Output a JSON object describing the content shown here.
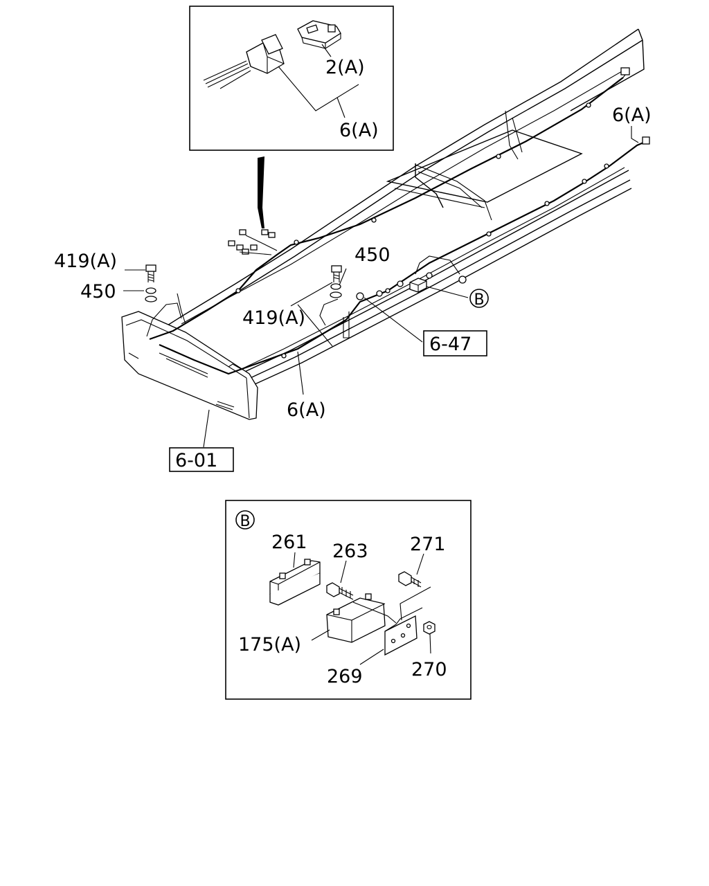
{
  "diagram": {
    "detail_top": {
      "label_connector": "2(A)",
      "label_harness": "6(A)"
    },
    "main": {
      "label_harness_rear": "6(A)",
      "label_bolt_left": "419(A)",
      "label_washer_left": "450",
      "label_washer_right": "450",
      "label_bolt_right": "419(A)",
      "label_ref_b": "B",
      "label_ref_647": "6-47",
      "label_harness_front": "6(A)",
      "label_ref_601": "6-01"
    },
    "detail_b": {
      "title_letter": "B",
      "label_lamp": "261",
      "label_screw_263": "263",
      "label_bolt_271": "271",
      "label_lamp_body": "175(A)",
      "label_bracket": "269",
      "label_nut": "270"
    }
  }
}
